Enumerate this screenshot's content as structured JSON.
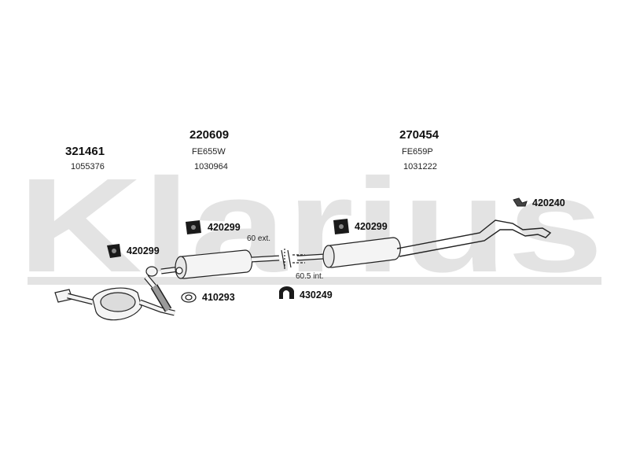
{
  "watermark": {
    "text": "Klarius",
    "color": "#e3e3e3"
  },
  "assemblies": [
    {
      "part": "321461",
      "ref": "",
      "oe": "1055376"
    },
    {
      "part": "220609",
      "ref": "FE655W",
      "oe": "1030964"
    },
    {
      "part": "270454",
      "ref": "FE659P",
      "oe": "1031222"
    }
  ],
  "fittings": {
    "mount_a": "420299",
    "mount_b": "420299",
    "mount_c": "420299",
    "gasket": "410293",
    "clamp": "430249",
    "hanger": "420240"
  },
  "dimensions": {
    "ext": "60 ext.",
    "int": "60.5 int."
  },
  "colors": {
    "pipe": "#222222",
    "part_fill": "#f4f4f4",
    "rubber": "#1a1a1a"
  }
}
